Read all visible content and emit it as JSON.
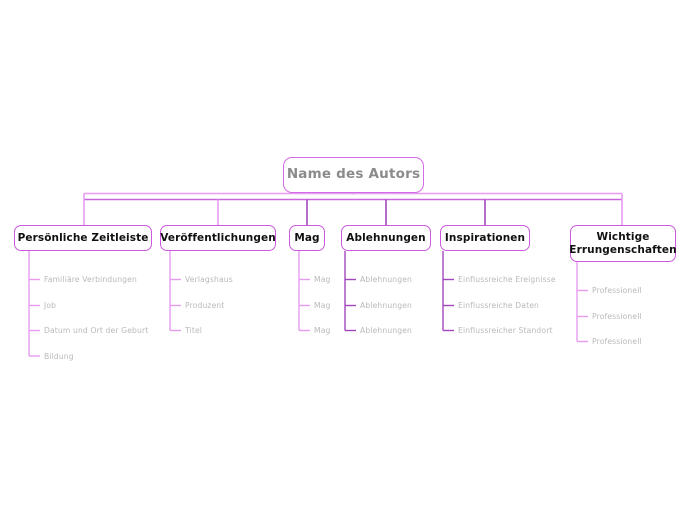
{
  "diagram": {
    "type": "mind-map",
    "title": "Name des Autors",
    "colors": {
      "node_border": "#cc5ade",
      "root_border": "#d36ae6",
      "root_text": "#8b8b8b",
      "branch_text": "#111111",
      "leaf_text": "#b9b9b9",
      "wire_light": "#e79cf2",
      "wire_mid": "#c667da",
      "wire_dark": "#a347bd",
      "background": "#ffffff"
    },
    "root": {
      "label": "Name des Autors"
    },
    "branches": [
      {
        "label": "Persönliche Zeitleiste",
        "leaves": [
          "Familiäre Verbindungen",
          "Job",
          "Datum und Ort der Geburt",
          "Bildung"
        ]
      },
      {
        "label": "Veröffentlichungen",
        "leaves": [
          "Verlagshaus",
          "Produzent",
          "Titel"
        ]
      },
      {
        "label": "Mag",
        "leaves": [
          "Mag",
          "Mag",
          "Mag"
        ]
      },
      {
        "label": "Ablehnungen",
        "leaves": [
          "Ablehnungen",
          "Ablehnungen",
          "Ablehnungen"
        ]
      },
      {
        "label": "Inspirationen",
        "leaves": [
          "Einflussreiche Ereignisse",
          "Einflussreiche Daten",
          "Einflussreicher Standort"
        ]
      },
      {
        "label": "Wichtige\nErrungenschaften",
        "leaves": [
          "Professionell",
          "Professionell",
          "Professionell"
        ]
      }
    ]
  }
}
